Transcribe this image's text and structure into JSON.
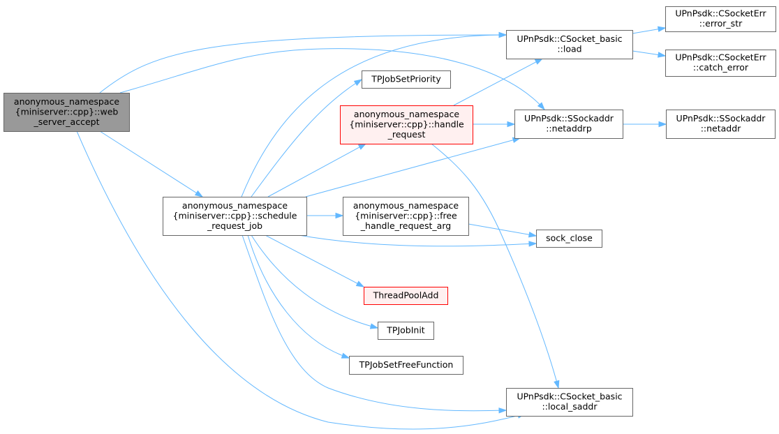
{
  "colors": {
    "edge": "#63b8ff",
    "node_fill": "#ffffff",
    "node_border": "#666666",
    "root_fill": "#999999",
    "root_border": "#666666",
    "highlight_fill": "#fff0f0",
    "highlight_border": "#ff0000"
  },
  "nodes": [
    {
      "id": "web_server_accept",
      "style": "root",
      "lines": [
        "anonymous_namespace",
        "{miniserver::cpp}::web",
        "_server_accept"
      ]
    },
    {
      "id": "schedule_request_job",
      "style": "normal",
      "lines": [
        "anonymous_namespace",
        "{miniserver::cpp}::schedule",
        "_request_job"
      ]
    },
    {
      "id": "handle_request",
      "style": "highlight",
      "lines": [
        "anonymous_namespace",
        "{miniserver::cpp}::handle",
        "_request"
      ]
    },
    {
      "id": "TPJobSetPriority",
      "style": "normal",
      "lines": [
        "TPJobSetPriority"
      ]
    },
    {
      "id": "csocket_load",
      "style": "normal",
      "lines": [
        "UPnPsdk::CSocket_basic",
        "::load"
      ]
    },
    {
      "id": "error_str",
      "style": "normal",
      "lines": [
        "UPnPsdk::CSocketErr",
        "::error_str"
      ]
    },
    {
      "id": "catch_error",
      "style": "normal",
      "lines": [
        "UPnPsdk::CSocketErr",
        "::catch_error"
      ]
    },
    {
      "id": "netaddrp",
      "style": "normal",
      "lines": [
        "UPnPsdk::SSockaddr",
        "::netaddrp"
      ]
    },
    {
      "id": "netaddr",
      "style": "normal",
      "lines": [
        "UPnPsdk::SSockaddr",
        "::netaddr"
      ]
    },
    {
      "id": "free_handle_request_arg",
      "style": "normal",
      "lines": [
        "anonymous_namespace",
        "{miniserver::cpp}::free",
        "_handle_request_arg"
      ]
    },
    {
      "id": "sock_close",
      "style": "normal",
      "lines": [
        "sock_close"
      ]
    },
    {
      "id": "ThreadPoolAdd",
      "style": "highlight",
      "lines": [
        "ThreadPoolAdd"
      ]
    },
    {
      "id": "TPJobInit",
      "style": "normal",
      "lines": [
        "TPJobInit"
      ]
    },
    {
      "id": "TPJobSetFreeFunction",
      "style": "normal",
      "lines": [
        "TPJobSetFreeFunction"
      ]
    },
    {
      "id": "local_saddr",
      "style": "normal",
      "lines": [
        "UPnPsdk::CSocket_basic",
        "::local_saddr"
      ]
    }
  ],
  "edges": [
    {
      "from": "web_server_accept",
      "to": "csocket_load"
    },
    {
      "from": "web_server_accept",
      "to": "netaddrp"
    },
    {
      "from": "web_server_accept",
      "to": "schedule_request_job"
    },
    {
      "from": "web_server_accept",
      "to": "local_saddr"
    },
    {
      "from": "schedule_request_job",
      "to": "csocket_load"
    },
    {
      "from": "schedule_request_job",
      "to": "TPJobSetPriority"
    },
    {
      "from": "schedule_request_job",
      "to": "handle_request"
    },
    {
      "from": "schedule_request_job",
      "to": "netaddrp"
    },
    {
      "from": "schedule_request_job",
      "to": "free_handle_request_arg"
    },
    {
      "from": "schedule_request_job",
      "to": "sock_close"
    },
    {
      "from": "schedule_request_job",
      "to": "ThreadPoolAdd"
    },
    {
      "from": "schedule_request_job",
      "to": "TPJobInit"
    },
    {
      "from": "schedule_request_job",
      "to": "TPJobSetFreeFunction"
    },
    {
      "from": "schedule_request_job",
      "to": "local_saddr"
    },
    {
      "from": "handle_request",
      "to": "csocket_load"
    },
    {
      "from": "handle_request",
      "to": "netaddrp"
    },
    {
      "from": "handle_request",
      "to": "local_saddr"
    },
    {
      "from": "csocket_load",
      "to": "error_str"
    },
    {
      "from": "csocket_load",
      "to": "catch_error"
    },
    {
      "from": "netaddrp",
      "to": "netaddr"
    },
    {
      "from": "free_handle_request_arg",
      "to": "sock_close"
    }
  ]
}
